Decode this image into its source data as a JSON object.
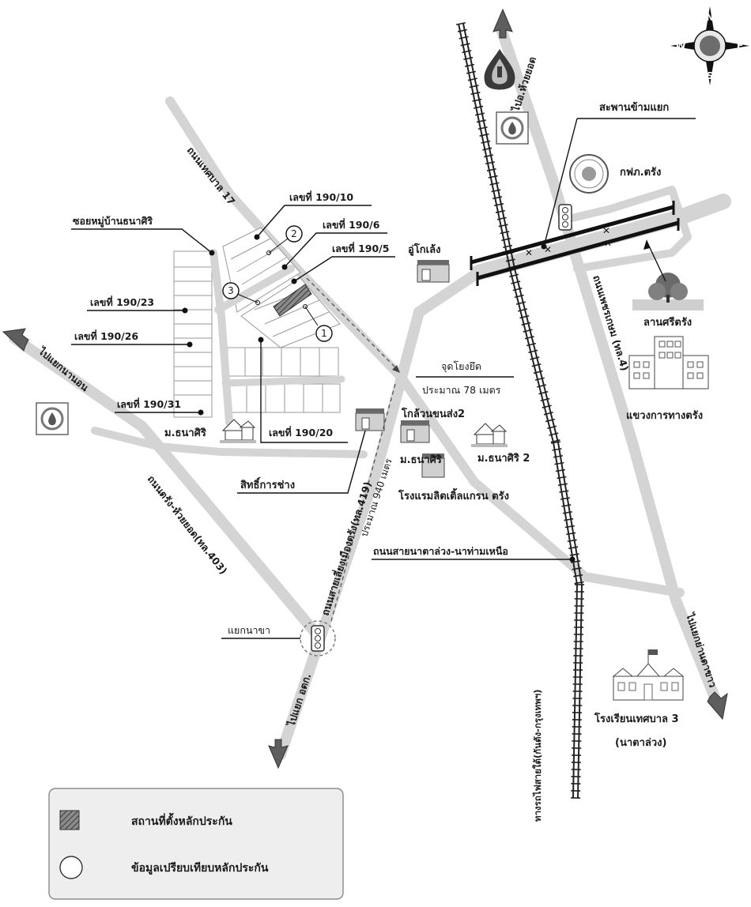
{
  "roads": {
    "thetsaban17": "ถนนเทศบาล 17",
    "soi_thanasiri": "ซอยหมู่บ้านธนาศิริ",
    "trang_huai_yot": "ถนนตรัง-ห้วยยอด(ทล.403)",
    "bypass_419": "ถนนสายเลี่ยงเมืองตรัง(ทล.419)",
    "phetkasem": "ถนนเพชรเกษม (ทล.4)",
    "na_ta_luang": "ถนนสายนาตาล่วง-นาท่ามเหนือ",
    "railway": "ทางรถไฟสายใต้(กันตัง-กรุงเทพฯ)"
  },
  "directions": {
    "to_huai_yot": "ไปอ.ห้วยยอด",
    "to_na_non": "ไปแยกนานอน",
    "to_ordoko": "ไปแยก อตก.",
    "to_kuan_taiy": "ไปแยกย่านตาขาว"
  },
  "places": {
    "overpass": "สะพานข้ามแยก",
    "pea_trang": "กฟภ.ตรัง",
    "ookoleng": "อู่โกเล้ง",
    "lan_sri_trang": "ลานศรีตรัง",
    "highways_office": "แขวงการทางตรัง",
    "reference_point": "จุดโยงยึด",
    "distance_78": "ประมาณ 78 เมตร",
    "distance_940": "ประมาณ 940 เมตร",
    "kolwan": "โกล้วนขนส่ง2",
    "m_thanasiri": "ม.ธนาศิริ",
    "m_thanasiri_2": "ม.ธนาศิริ 2",
    "m_thanasiri_b": "ม.ธนาศิริ",
    "little_grand": "โรงแรมลิตเติ้ลแกรน ตรัง",
    "sit_karnchang": "สิทธิ์การช่าง",
    "na_kha_junction": "แยกนาขา",
    "school_3": "โรงเรียนเทศบาล 3",
    "school_3_sub": "(นาตาล่วง)"
  },
  "plots": {
    "p190_10": "เลขที่ 190/10",
    "p190_6": "เลขที่ 190/6",
    "p190_5": "เลขที่ 190/5",
    "p190_23": "เลขที่ 190/23",
    "p190_26": "เลขที่ 190/26",
    "p190_31": "เลขที่ 190/31",
    "p190_20": "เลขที่ 190/20"
  },
  "markers": [
    "1",
    "2",
    "3"
  ],
  "compass": {
    "n": "N",
    "s": "S",
    "e": "E",
    "w": "W"
  },
  "legend": {
    "collateral": "สถานที่ตั้งหลักประกัน",
    "comparison": "ข้อมูลเปรียบเทียบหลักประกัน"
  },
  "colors": {
    "road": "#d4d4d4",
    "arrow": "#5e5e5e",
    "subject_plot": "#6a6a6a"
  }
}
